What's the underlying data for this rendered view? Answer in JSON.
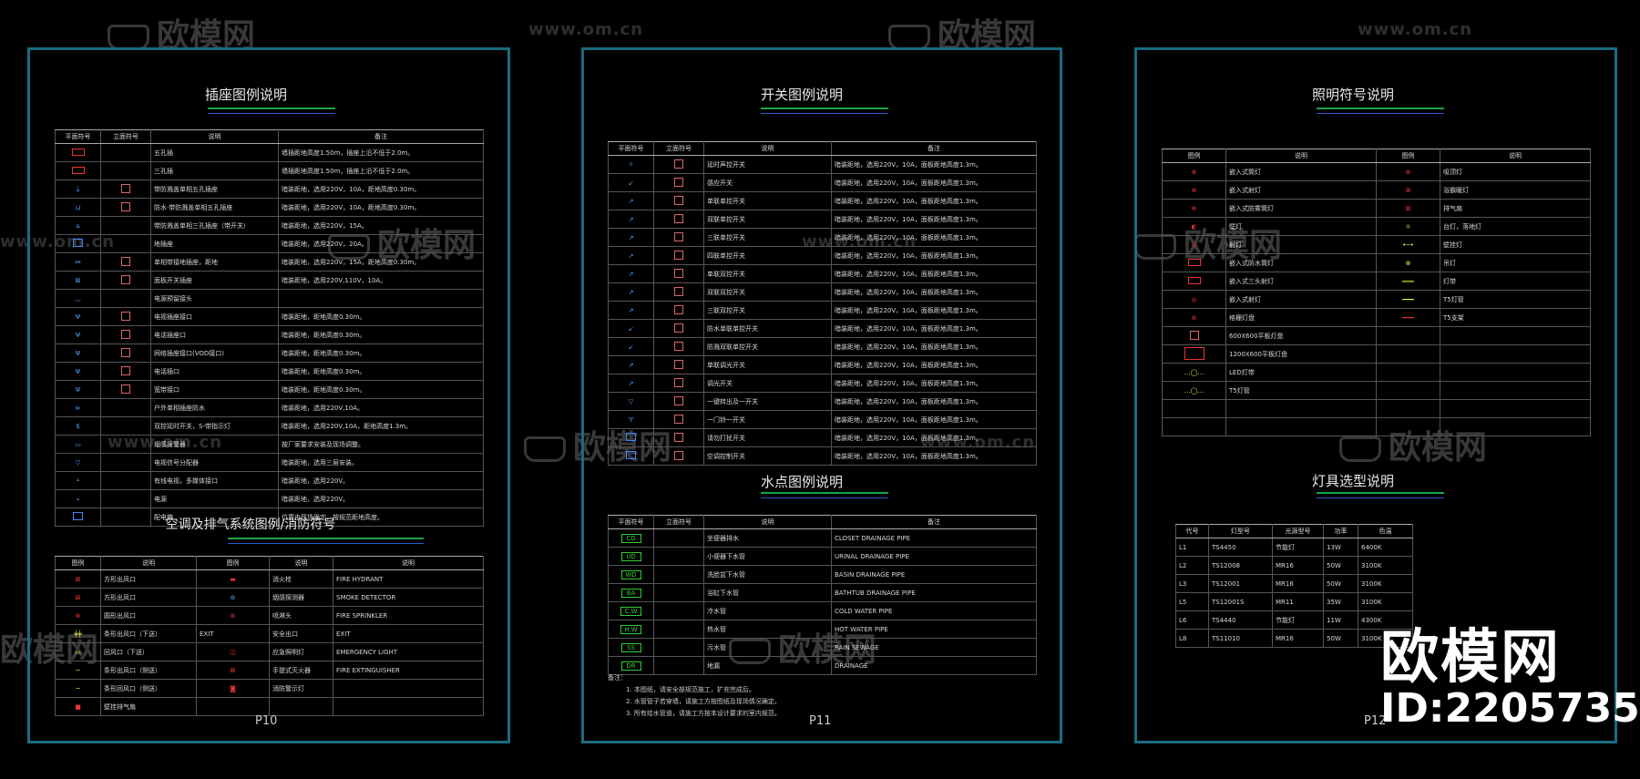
{
  "watermark": {
    "brand": "欧模网",
    "url": "www.om.cn"
  },
  "overlay": {
    "brand": "欧模网",
    "id": "ID:2205735"
  },
  "sheets": {
    "p10": {
      "title": "插座图例说明",
      "headers": [
        "平面符号",
        "立面符号",
        "说明",
        "备注"
      ],
      "rows": [
        [
          "",
          "",
          "五孔插",
          "墙插距地高度1.50m，插座上沿不低于2.0m。"
        ],
        [
          "",
          "",
          "三孔插",
          "墙插距地高度1.50m，插座上沿不低于2.0m。"
        ],
        [
          "",
          "",
          "带防溅盖单相五孔插座",
          "暗装距地，选用220V，10A，距地高度0.30m。"
        ],
        [
          "",
          "",
          "防水·带防溅盖单相五孔插座",
          "暗装距地，选用220V，10A，距地高度0.30m。"
        ],
        [
          "",
          "",
          "带防溅盖单相三孔插座（带开关）",
          "暗装距地，选用220V，15A。"
        ],
        [
          "",
          "",
          "地插座",
          "暗装距地，选用220V，20A。"
        ],
        [
          "",
          "",
          "单相带接地插座，距地",
          "暗装距地，选用220V，15A，距地高度0.30m。"
        ],
        [
          "",
          "",
          "面板开关插座",
          "暗装距地，选用220V,110V，10A。"
        ],
        [
          "",
          "",
          "电源预留接头",
          ""
        ],
        [
          "",
          "",
          "电视插座接口",
          "暗装距地，距地高度0.30m。"
        ],
        [
          "",
          "",
          "电话插座口",
          "暗装距地，距地高度0.30m。"
        ],
        [
          "",
          "",
          "网络插座接口(VOD接口)",
          "暗装距地，距地高度0.30m。"
        ],
        [
          "",
          "",
          "电话插口",
          "暗装距地，距地高度0.30m。"
        ],
        [
          "",
          "",
          "宽带接口",
          "暗装距地，距地高度0.30m。"
        ],
        [
          "",
          "",
          "户外单相插座防水",
          "暗装距地，选用220V,10A。"
        ],
        [
          "",
          "",
          "双控延时开关，S-带指示灯",
          "暗装距地，选用220V,10A，距地高度1.3m。"
        ],
        [
          "",
          "",
          "烟感报警器",
          "按厂家要求安装及现场调整。"
        ],
        [
          "",
          "",
          "电视信号分配器",
          "暗装距地，选用三层安装。"
        ],
        [
          "",
          "",
          "有线电视，多媒体接口",
          "暗装距地，选用220V。"
        ],
        [
          "",
          "",
          "电源",
          "暗装距地，选用220V。"
        ],
        [
          "",
          "",
          "配电箱",
          "位置由现场确定，按规范距地高度。"
        ]
      ],
      "hvac_title": "空调及排气系统图例/消防符号",
      "hvac_headers": [
        "图例",
        "说明",
        "图例",
        "说明",
        "说明"
      ],
      "hvac_rows": [
        [
          "",
          "方形出风口",
          "",
          "消火栓",
          "FIRE HYDRANT"
        ],
        [
          "",
          "方形出风口",
          "",
          "烟感探测器",
          "SMOKE DETECTOR"
        ],
        [
          "",
          "圆形出风口",
          "",
          "喷淋头",
          "FIRE SPRINKLER"
        ],
        [
          "",
          "条形出风口（下送）",
          "EXIT",
          "安全出口",
          "EXIT"
        ],
        [
          "",
          "回风口（下送）",
          "",
          "应急照明灯",
          "EMERGENCY LIGHT"
        ],
        [
          "",
          "条形出风口（侧送）",
          "",
          "手提式灭火器",
          "FIRE EXTINGUISHER"
        ],
        [
          "",
          "条形回风口（侧送）",
          "",
          "消防警示灯",
          ""
        ],
        [
          "",
          "壁挂排气扇",
          "",
          "",
          ""
        ]
      ],
      "page": "P10"
    },
    "p11": {
      "title": "开关图例说明",
      "headers": [
        "平面符号",
        "立面符号",
        "说明",
        "备注"
      ],
      "rows": [
        [
          "",
          "",
          "延时声控开关",
          "暗装距地，选用220V，10A，面板距地高度1.3m。"
        ],
        [
          "",
          "",
          "感应开关",
          "暗装距地，选用220V，10A，面板距地高度1.3m。"
        ],
        [
          "",
          "",
          "单联单控开关",
          "暗装距地，选用220V，10A，面板距地高度1.3m。"
        ],
        [
          "",
          "",
          "双联单控开关",
          "暗装距地，选用220V，10A，面板距地高度1.3m。"
        ],
        [
          "",
          "",
          "三联单控开关",
          "暗装距地，选用220V，10A，面板距地高度1.3m。"
        ],
        [
          "",
          "",
          "四联单控开关",
          "暗装距地，选用220V，10A，面板距地高度1.3m。"
        ],
        [
          "",
          "",
          "单联双控开关",
          "暗装距地，选用220V，10A，面板距地高度1.3m。"
        ],
        [
          "",
          "",
          "双联双控开关",
          "暗装距地，选用220V，10A，面板距地高度1.3m。"
        ],
        [
          "",
          "",
          "三联双控开关",
          "暗装距地，选用220V，10A，面板距地高度1.3m。"
        ],
        [
          "",
          "",
          "防水单联单控开关",
          "暗装距地，选用220V，10A，面板距地高度1.3m。"
        ],
        [
          "",
          "",
          "防溅双联单控开关",
          "暗装距地，选用220V，10A，面板距地高度1.3m。"
        ],
        [
          "",
          "",
          "单联调光开关",
          "暗装距地，选用220V，10A，面板距地高度1.3m。"
        ],
        [
          "",
          "",
          "调光开关",
          "暗装距地，选用220V，10A，面板距地高度1.3m。"
        ],
        [
          "",
          "",
          "一键转出及一开关",
          "暗装距地，选用220V，10A，面板距地高度1.3m。"
        ],
        [
          "",
          "",
          "一门铃一开关",
          "暗装距地，选用220V，10A，面板距地高度1.3m。"
        ],
        [
          "",
          "",
          "请勿打扰开关",
          "暗装距地，选用220V，10A，面板距地高度1.3m。"
        ],
        [
          "",
          "",
          "空调控制开关",
          "暗装距地，选用220V，10A，面板距地高度1.3m。"
        ]
      ],
      "water_title": "水点图例说明",
      "water_headers": [
        "平面符号",
        "立面符号",
        "说明",
        "备注"
      ],
      "water_rows": [
        [
          "CD",
          "",
          "坐便器排水",
          "CLOSET DRAINAGE PIPE"
        ],
        [
          "UD",
          "",
          "小便器下水管",
          "URINAL DRAINAGE PIPE"
        ],
        [
          "WD",
          "",
          "洗脸盆下水管",
          "BASIN DRAINAGE PIPE"
        ],
        [
          "BA",
          "",
          "浴缸下水管",
          "BATHTUB DRAINAGE PIPE"
        ],
        [
          "C.W",
          "",
          "冷水管",
          "COLD WATER PIPE"
        ],
        [
          "H.W",
          "",
          "热水管",
          "HOT WATER PIPE"
        ],
        [
          "SS",
          "",
          "污水管",
          "RAIN SEWAGE"
        ],
        [
          "DR",
          "",
          "地漏",
          "DRAINAGE"
        ]
      ],
      "notes_label": "备注：",
      "notes": [
        "1. 本图纸，请安全部规范施工，扩充完成后。",
        "2. 水管管子若穿墙，请施工方按图纸及现场情况确定。",
        "3. 所有给水管道，请施工方按本设计要求的室内规范。"
      ],
      "page": "P11"
    },
    "p12": {
      "title": "照明符号说明",
      "headers": [
        "图例",
        "说明",
        "图例",
        "说明"
      ],
      "rows": [
        [
          "",
          "嵌入式筒灯",
          "",
          "吸顶灯"
        ],
        [
          "",
          "嵌入式射灯",
          "",
          "浴霸暖灯"
        ],
        [
          "",
          "嵌入式防雾筒灯",
          "",
          "排气扇"
        ],
        [
          "",
          "壁灯",
          "",
          "台灯，落地灯"
        ],
        [
          "",
          "射灯",
          "",
          "壁挂灯"
        ],
        [
          "",
          "嵌入式防水筒灯",
          "",
          "吊灯"
        ],
        [
          "",
          "嵌入式三头射灯",
          "",
          "灯带"
        ],
        [
          "",
          "嵌入式射灯",
          "",
          "T5灯管"
        ],
        [
          "",
          "格栅灯盘",
          "",
          "T5支架"
        ],
        [
          "",
          "600X600平板灯盘",
          "",
          ""
        ],
        [
          "",
          "1200X600平板灯盘",
          "",
          ""
        ],
        [
          "",
          "LED灯带",
          "",
          ""
        ],
        [
          "",
          "T5灯管",
          "",
          ""
        ],
        [
          "",
          "",
          "",
          ""
        ],
        [
          "",
          "",
          "",
          ""
        ]
      ],
      "lamp_title": "灯具选型说明",
      "lamp_headers": [
        "代号",
        "灯型号",
        "光源型号",
        "功率",
        "色温"
      ],
      "lamp_rows": [
        [
          "L1",
          "TS4450",
          "节能灯",
          "13W",
          "6400K"
        ],
        [
          "L2",
          "TS12008",
          "MR16",
          "50W",
          "3100K"
        ],
        [
          "L3",
          "TS12001",
          "MR16",
          "50W",
          "3100K"
        ],
        [
          "L5",
          "TS12001S",
          "MR11",
          "35W",
          "3100K"
        ],
        [
          "L6",
          "TS4440",
          "节能灯",
          "11W",
          "4300K"
        ],
        [
          "L8",
          "TS11010",
          "MR16",
          "50W",
          "3100K"
        ]
      ],
      "page": "P12"
    }
  }
}
